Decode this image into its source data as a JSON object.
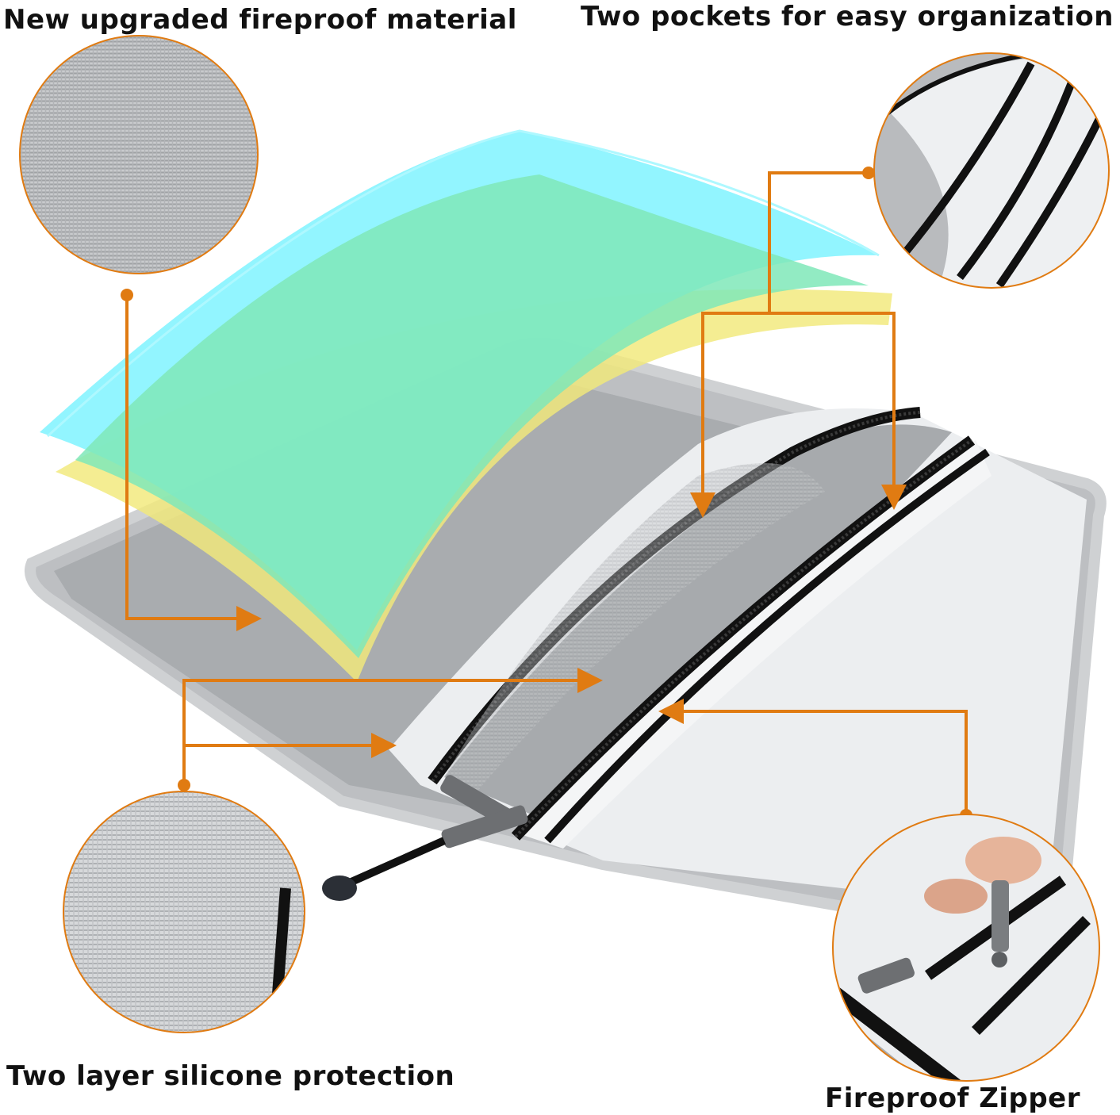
{
  "captions": {
    "top_left": "New upgraded fireproof material",
    "top_right": "Two pockets for easy organization",
    "bottom_left": "Two layer silicone protection",
    "bottom_right": "Fireproof Zipper"
  },
  "colors": {
    "callout": "#e07b12",
    "layer_cyan": "#7ff3ff",
    "layer_green": "#7fe8b8",
    "layer_yellow": "#f2e97a",
    "bag_silver": "#b7b9bb",
    "bag_white": "#eef0f2",
    "zipper": "#151515"
  }
}
